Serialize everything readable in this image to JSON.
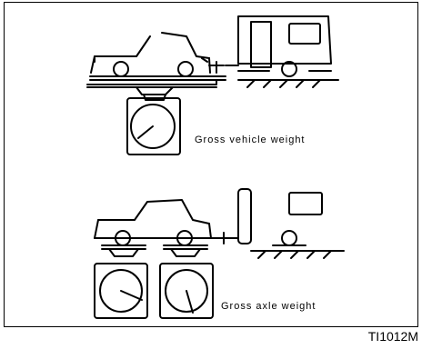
{
  "diagram": {
    "top_label": "Gross vehicle weight",
    "bottom_label": "Gross axle weight",
    "figure_code": "TI1012M"
  },
  "colors": {
    "ink": "#000000",
    "paper": "#ffffff"
  },
  "icons": [
    "car-with-trailer",
    "platform-scale-dial",
    "axle-scale-dial"
  ]
}
